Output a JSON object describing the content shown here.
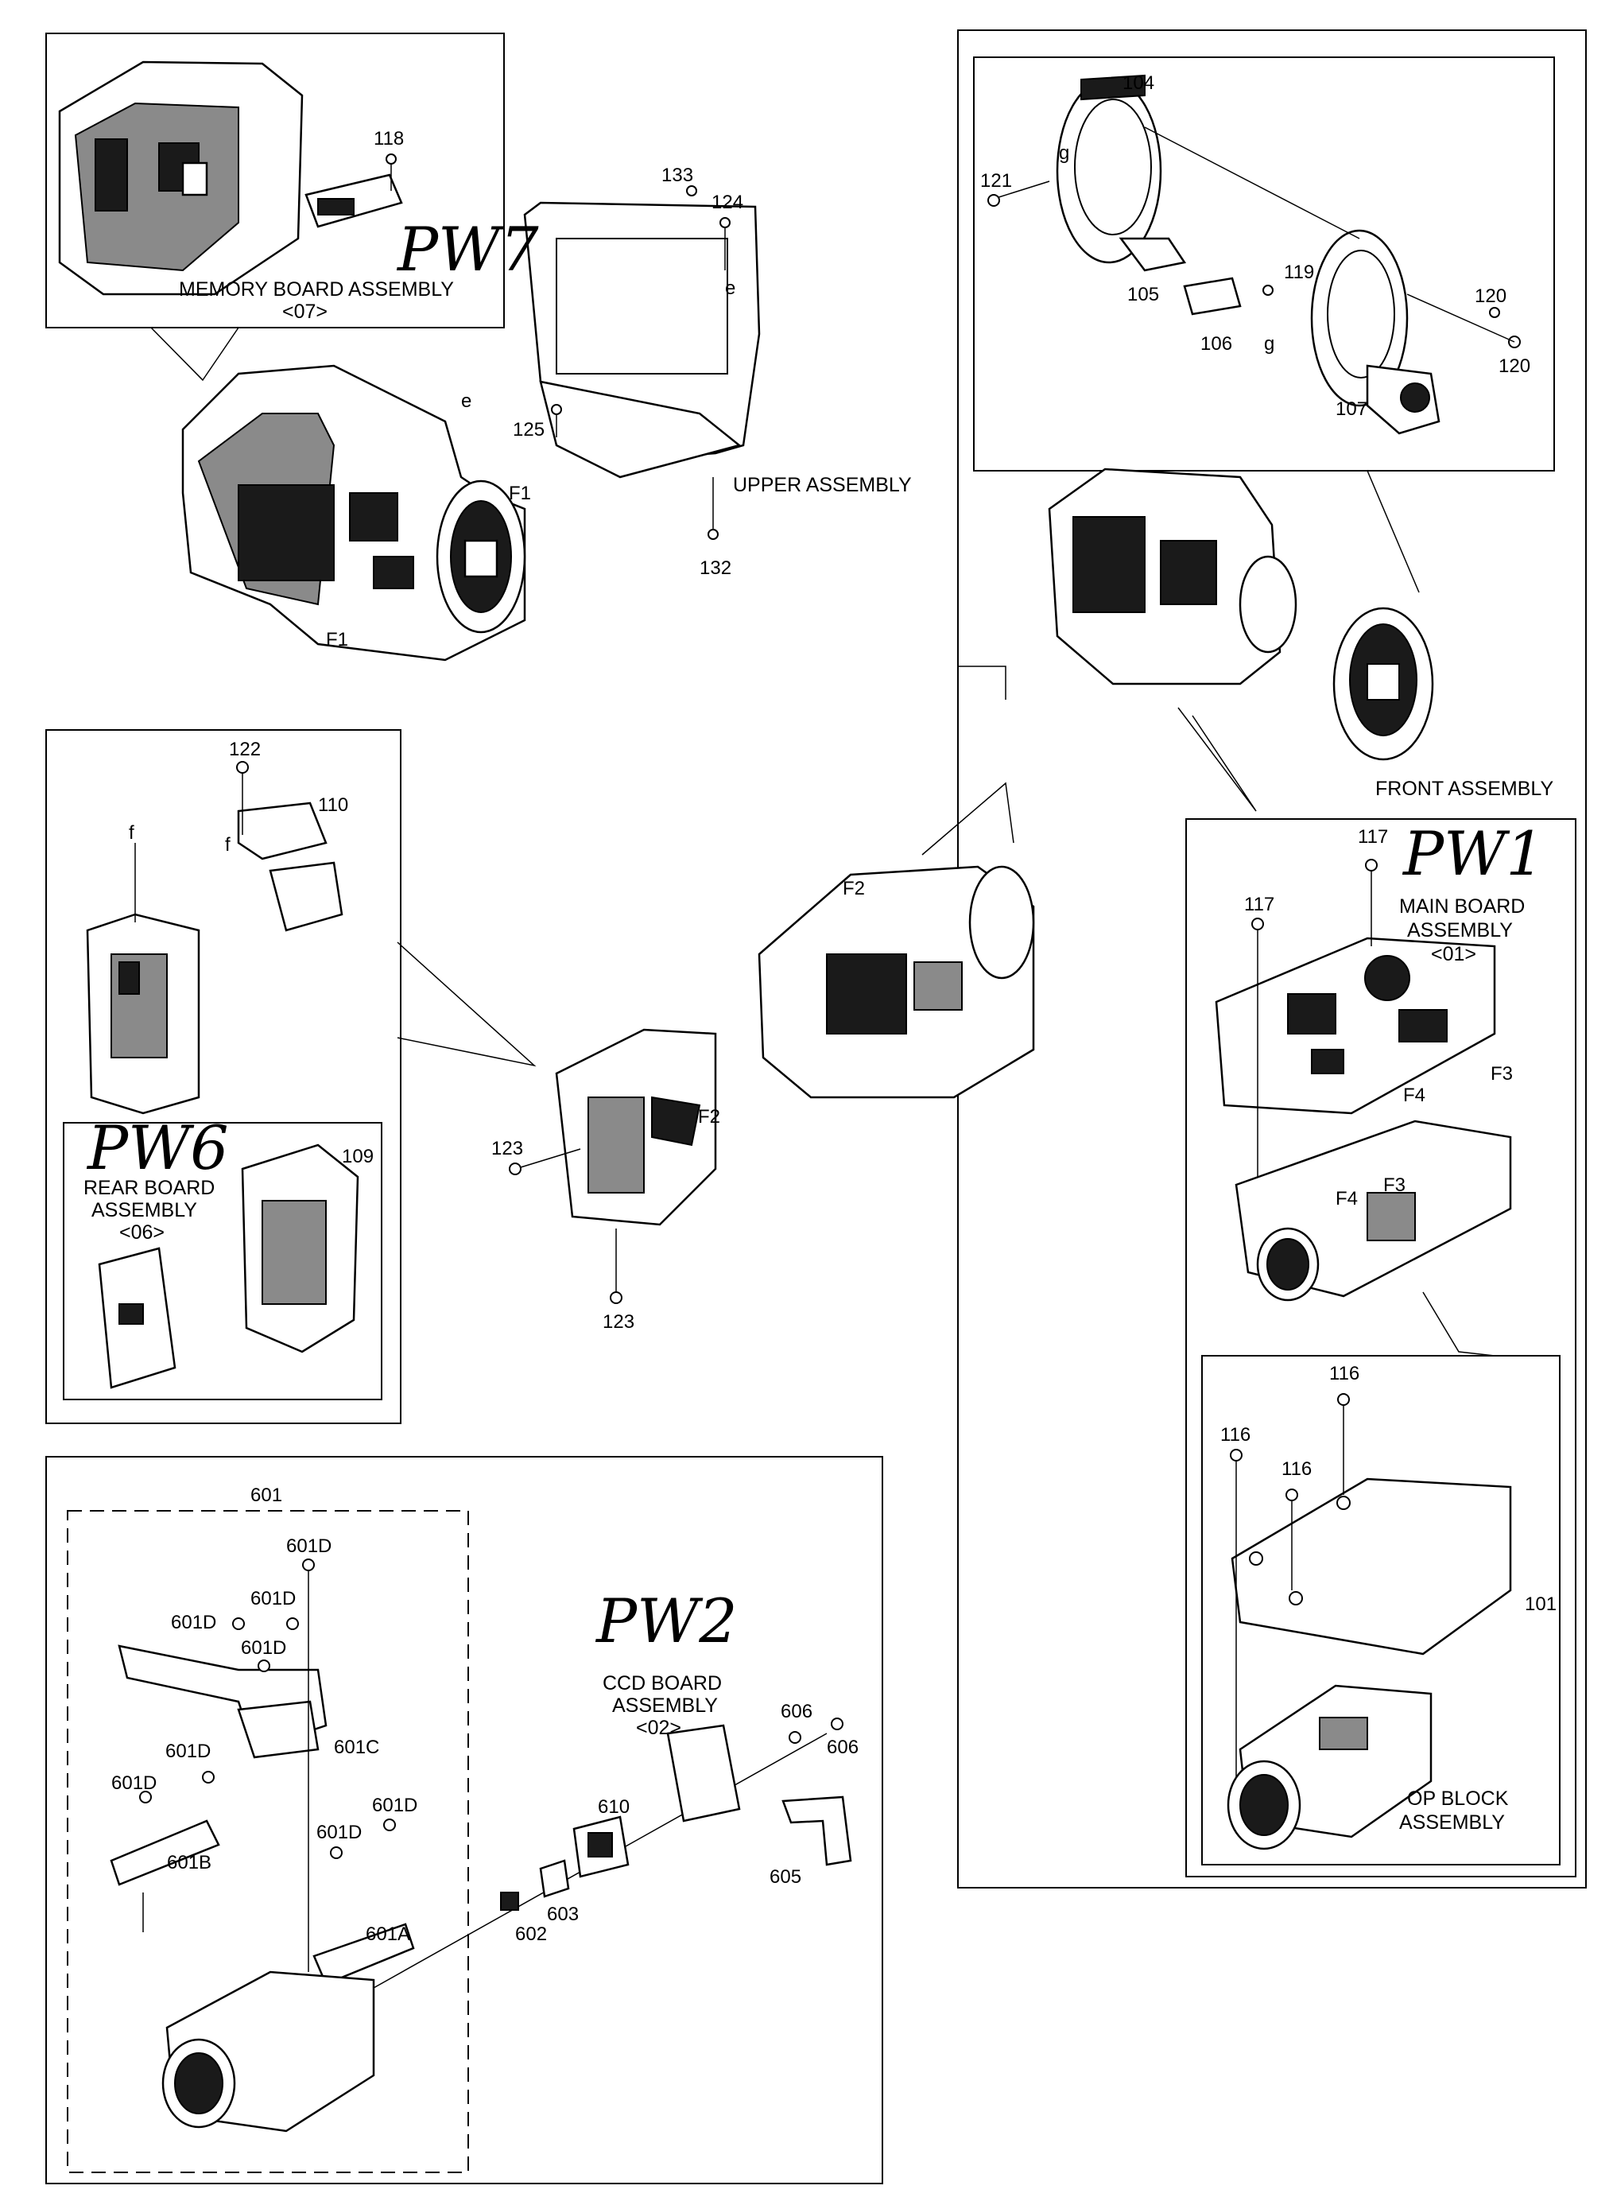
{
  "handwritten": {
    "pw7": "PW7",
    "pw1": "PW1",
    "pw6": "PW6",
    "pw2": "PW2"
  },
  "assemblies": {
    "memory_board": [
      "MEMORY BOARD ASSEMBLY",
      "<07>"
    ],
    "upper": [
      "UPPER ASSEMBLY"
    ],
    "front": [
      "FRONT ASSEMBLY"
    ],
    "main_board": [
      "MAIN BOARD",
      "ASSEMBLY",
      "<01>"
    ],
    "rear_board": [
      "REAR BOARD",
      "ASSEMBLY",
      "<06>"
    ],
    "ccd_board": [
      "CCD BOARD",
      "ASSEMBLY",
      "<02>"
    ],
    "op_block": [
      "OP BLOCK",
      "ASSEMBLY"
    ]
  },
  "part_numbers": {
    "p118": "118",
    "p133": "133",
    "p124": "124",
    "p125": "125",
    "p132": "132",
    "p104": "104",
    "p121": "121",
    "p119": "119",
    "p120a": "120",
    "p120b": "120",
    "p105": "105",
    "p106": "106",
    "p107": "107",
    "p117a": "117",
    "p117b": "117",
    "p122": "122",
    "p110": "110",
    "p109": "109",
    "p123a": "123",
    "p123b": "123",
    "p116a": "116",
    "p116b": "116",
    "p116c": "116",
    "p101": "101",
    "p601": "601",
    "p601d_1": "601D",
    "p601d_2": "601D",
    "p601d_3": "601D",
    "p601d_4": "601D",
    "p601d_5": "601D",
    "p601d_6": "601D",
    "p601d_7": "601D",
    "p601d_8": "601D",
    "p601c": "601C",
    "p601b": "601B",
    "p601a": "601A",
    "p606a": "606",
    "p606b": "606",
    "p610": "610",
    "p605": "605",
    "p603": "603",
    "p602": "602"
  },
  "reference_marks": {
    "e_top": "e",
    "e_mid": "e",
    "g_left": "g",
    "g_right": "g",
    "f_top": "f",
    "f_left": "f",
    "F1_a": "F1",
    "F1_b": "F1",
    "F2_a": "F2",
    "F2_b": "F2",
    "F3_a": "F3",
    "F3_b": "F3",
    "F4_a": "F4",
    "F4_b": "F4"
  }
}
